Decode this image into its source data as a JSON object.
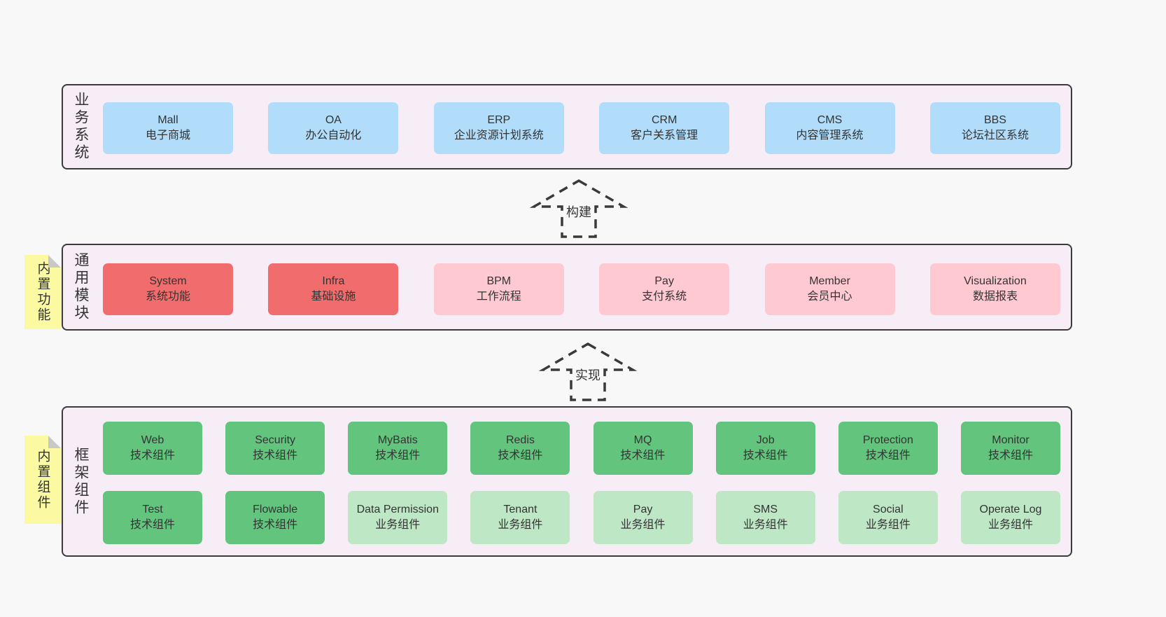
{
  "colors": {
    "blue": "#b1ddfa",
    "red": "#f16c6c",
    "pink": "#ffc9d2",
    "green": "#63c57d",
    "lightgreen": "#bee7c5",
    "layerbg": "#f7edf6",
    "stickybg": "#fbfaa2",
    "fold": "#c8c8c8",
    "border": "#3b3b3b",
    "text": "#333333",
    "pagebg": "#f8f8f8"
  },
  "arrows": [
    {
      "label": "构建"
    },
    {
      "label": "实现"
    }
  ],
  "layers": [
    {
      "label": "业务系统",
      "boxes": [
        {
          "title": "Mall",
          "subtitle": "电子商城"
        },
        {
          "title": "OA",
          "subtitle": "办公自动化"
        },
        {
          "title": "ERP",
          "subtitle": "企业资源计划系统"
        },
        {
          "title": "CRM",
          "subtitle": "客户关系管理"
        },
        {
          "title": "CMS",
          "subtitle": "内容管理系统"
        },
        {
          "title": "BBS",
          "subtitle": "论坛社区系统"
        }
      ]
    },
    {
      "label": "通用模块",
      "sticky": "内置功能",
      "boxes": [
        {
          "title": "System",
          "subtitle": "系统功能"
        },
        {
          "title": "Infra",
          "subtitle": "基础设施"
        },
        {
          "title": "BPM",
          "subtitle": "工作流程"
        },
        {
          "title": "Pay",
          "subtitle": "支付系统"
        },
        {
          "title": "Member",
          "subtitle": "会员中心"
        },
        {
          "title": "Visualization",
          "subtitle": "数据报表"
        }
      ]
    },
    {
      "label": "框架组件",
      "sticky": "内置组件",
      "rows": [
        [
          {
            "title": "Web",
            "subtitle": "技术组件"
          },
          {
            "title": "Security",
            "subtitle": "技术组件"
          },
          {
            "title": "MyBatis",
            "subtitle": "技术组件"
          },
          {
            "title": "Redis",
            "subtitle": "技术组件"
          },
          {
            "title": "MQ",
            "subtitle": "技术组件"
          },
          {
            "title": "Job",
            "subtitle": "技术组件"
          },
          {
            "title": "Protection",
            "subtitle": "技术组件"
          },
          {
            "title": "Monitor",
            "subtitle": "技术组件"
          }
        ],
        [
          {
            "title": "Test",
            "subtitle": "技术组件"
          },
          {
            "title": "Flowable",
            "subtitle": "技术组件"
          },
          {
            "title": "Data Permission",
            "subtitle": "业务组件"
          },
          {
            "title": "Tenant",
            "subtitle": "业务组件"
          },
          {
            "title": "Pay",
            "subtitle": "业务组件"
          },
          {
            "title": "SMS",
            "subtitle": "业务组件"
          },
          {
            "title": "Social",
            "subtitle": "业务组件"
          },
          {
            "title": "Operate Log",
            "subtitle": "业务组件"
          }
        ]
      ]
    }
  ]
}
